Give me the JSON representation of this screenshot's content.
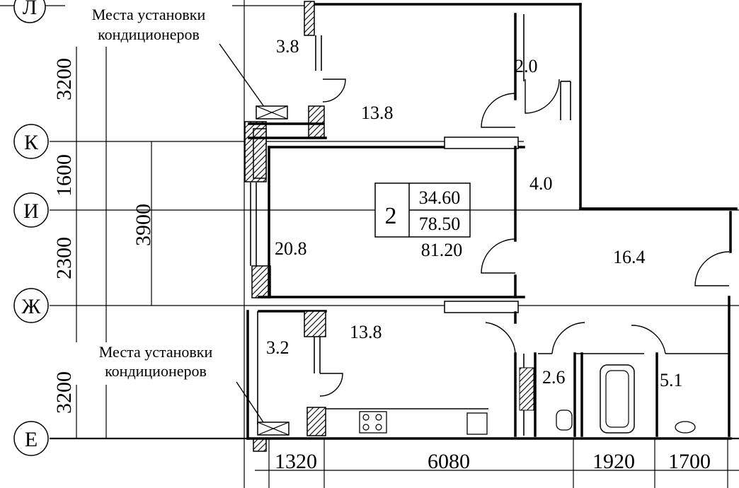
{
  "notes": {
    "top": [
      "Места установки",
      "кондиционеров"
    ],
    "bottom": [
      "Места установки",
      "кондиционеров"
    ]
  },
  "axes": {
    "L": "Л",
    "K": "К",
    "I": "И",
    "ZH": "Ж",
    "E": "Е"
  },
  "vertical_dims": {
    "d1": "3200",
    "d2": "1600",
    "d3": "2300",
    "d4": "3200",
    "d5": "3900"
  },
  "horizontal_dims": {
    "d1": "1320",
    "d2": "6080",
    "d3": "1920",
    "d4": "1700"
  },
  "rooms": {
    "balcony_top": "3.8",
    "bedroom_top": "13.8",
    "wc_top": "2.0",
    "hall": "4.0",
    "living": "20.8",
    "corridor": "16.4",
    "balcony_bottom": "3.2",
    "kitchen": "13.8",
    "wc_bottom": "2.6",
    "bath": "5.1"
  },
  "flat": {
    "number": "2",
    "living_area": "34.60",
    "total_area": "78.50",
    "total_with_balcony": "81.20"
  }
}
